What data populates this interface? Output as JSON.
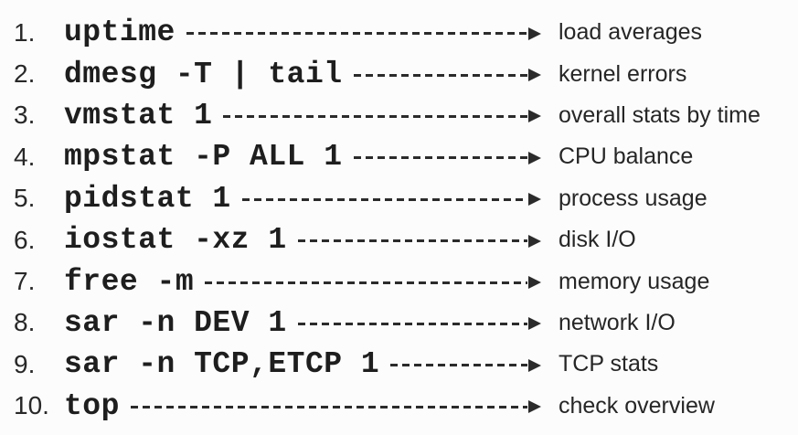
{
  "page": {
    "title": "Linux performance analysis command checklist",
    "background_color": "#fcfcfc",
    "text_color": "#242424",
    "connector_color": "#2b2b2b",
    "connector_style": "dashed-arrow-right"
  },
  "list": {
    "items": [
      {
        "number": "1.",
        "command": "uptime",
        "description": "load averages"
      },
      {
        "number": "2.",
        "command": "dmesg -T | tail",
        "description": "kernel errors"
      },
      {
        "number": "3.",
        "command": "vmstat 1",
        "description": "overall stats by time"
      },
      {
        "number": "4.",
        "command": "mpstat -P ALL 1",
        "description": "CPU balance"
      },
      {
        "number": "5.",
        "command": "pidstat 1",
        "description": "process usage"
      },
      {
        "number": "6.",
        "command": "iostat -xz 1",
        "description": "disk I/O"
      },
      {
        "number": "7.",
        "command": "free -m",
        "description": "memory usage"
      },
      {
        "number": "8.",
        "command": "sar -n DEV 1",
        "description": "network I/O"
      },
      {
        "number": "9.",
        "command": "sar -n TCP,ETCP 1",
        "description": "TCP stats"
      },
      {
        "number": "10.",
        "command": "top",
        "description": "check overview"
      }
    ]
  }
}
